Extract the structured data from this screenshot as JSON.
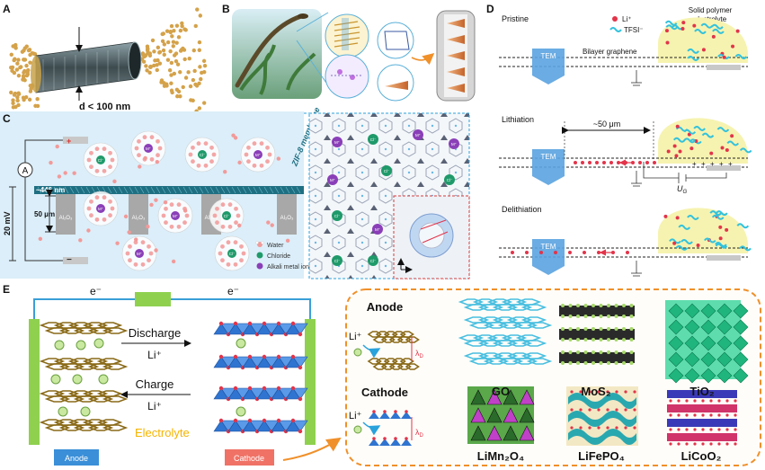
{
  "panels": {
    "A": {
      "letter": "A",
      "diameter_label": "d < 100 nm"
    },
    "B": {
      "letter": "B"
    },
    "C": {
      "letter": "C",
      "ammeter": "A",
      "voltage": "20 mV",
      "thickness": "~446 nm",
      "pore_height": "50 μm",
      "membrane": "ZIF-8 membrane",
      "substrate": "Al₂O₃",
      "legend": [
        "Water",
        "Chloride",
        "Alkali metal ion"
      ],
      "ion_labels": {
        "chloride": "Cl⁻",
        "metal": "M⁺"
      },
      "minus": "−"
    },
    "D": {
      "letter": "D",
      "states": [
        "Pristine",
        "Lithiation",
        "Delithiation"
      ],
      "tem": "TEM",
      "bilayer": "Bilayer graphene",
      "legend_li": "Li⁺",
      "legend_tfsi": "TFSI⁻",
      "electrolyte": [
        "Solid polymer",
        "electrolyte"
      ],
      "distance": "~50 μm",
      "gate": "U",
      "gate_sub": "G",
      "plus": "+"
    },
    "E": {
      "letter": "E",
      "electron": "e⁻",
      "discharge": "Discharge",
      "charge": "Charge",
      "li": "Li⁺",
      "electrolyte": "Electrolyte",
      "anode_tag": "Anode",
      "cathode_tag": "Cathode",
      "inset_anode": "Anode",
      "inset_cathode": "Cathode",
      "lambda": "λ",
      "lambda_sub": "D",
      "materials": [
        "GO",
        "MoS₂",
        "TiO₂",
        "LiMn₂O₄",
        "LiFePO₄",
        "LiCoO₂"
      ]
    }
  },
  "colors": {
    "panel_c_bg": "#dbeef9",
    "membrane": "#1f6f82",
    "alumina": "#a8a8a8",
    "tem_blue": "#5aa3e0",
    "electrolyte_yellow": "#f6f3b0",
    "li_red": "#e2344a",
    "tfsi_cyan": "#33c2dd",
    "electrode_green": "#8fd14f",
    "electrolyte_text": "#f5b400",
    "anode_tag": "#3a8fd8",
    "cathode_tag": "#f07266",
    "inset_border": "#f0902a",
    "graphene_gold": "#8a6a18",
    "cathode_blue": "#2f74d0"
  }
}
